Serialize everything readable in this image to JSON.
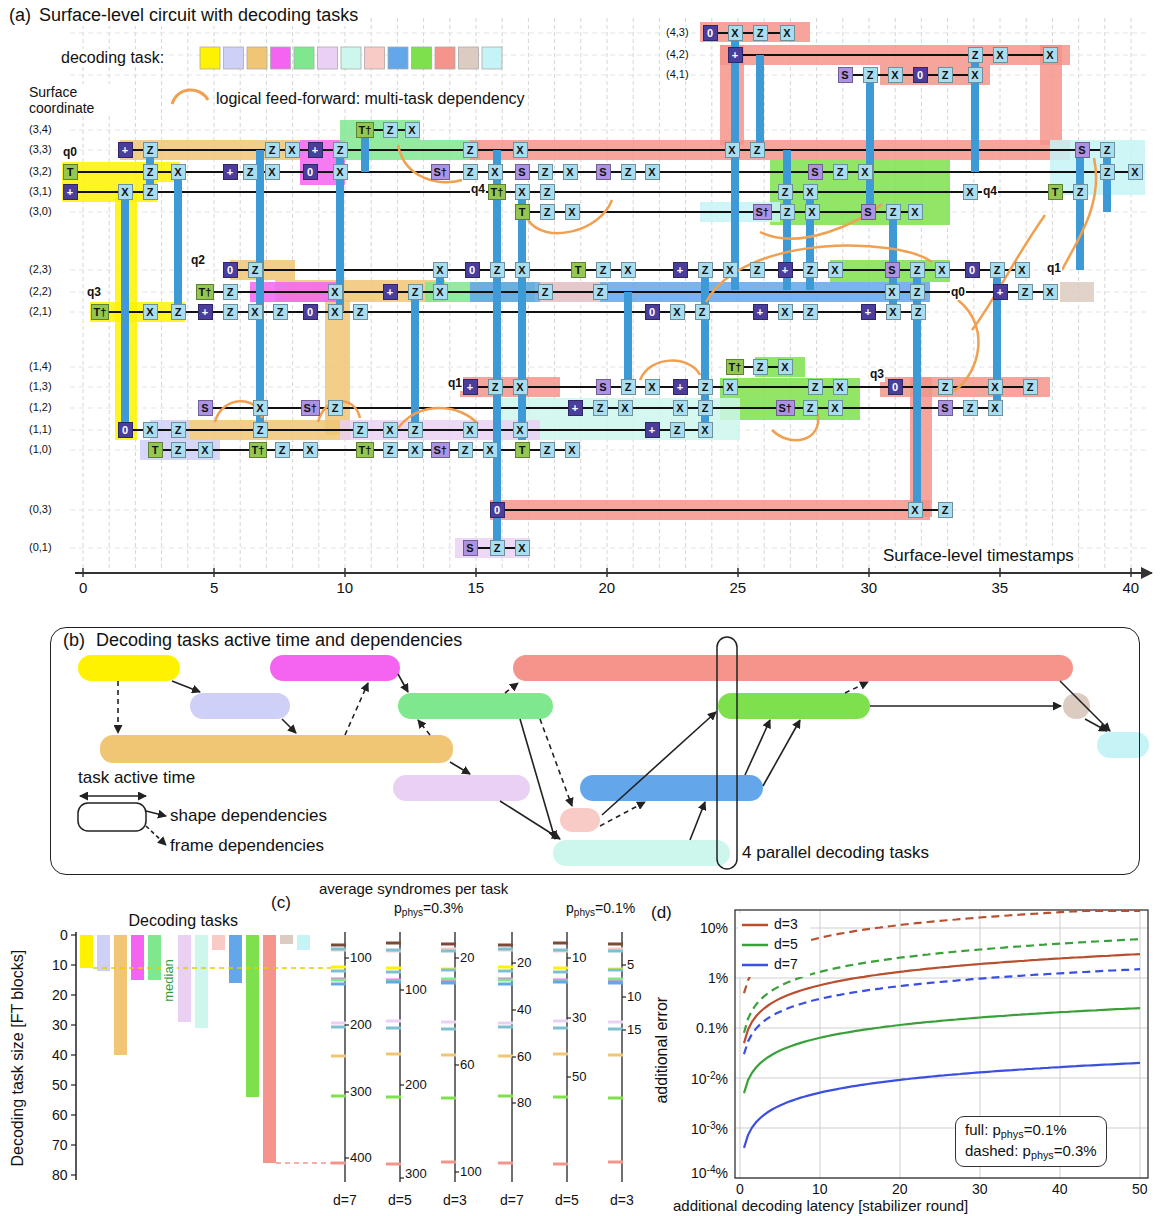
{
  "diagram": {
    "nodes": [
      {
        "text": [
          "(b)",
          "Decoding tasks active time and dependencies"
        ]
      },
      {
        "text": [
          "full: p",
          "phys",
          "=0.1%",
          "dashed: p",
          "phys",
          "=0.3%"
        ]
      }
    ],
    "labels": [
      "(a)",
      "Surface-level circuit with decoding tasks",
      "decoding task:",
      "Surface coordinate",
      "(4,3)",
      "(4,2)",
      "(4,1)",
      "(3,4)",
      "(3,3)",
      "(3,2)",
      "(3,1)",
      "(3,0)",
      "(2,3)",
      "(2,2)",
      "(2,1)",
      "(1,4)",
      "(1,3)",
      "(1,2)",
      "(1,1)",
      "(1,0)",
      "(0,3)",
      "(0,1)",
      "q0",
      "q2",
      "q3",
      "q4",
      "q1",
      "q4",
      "q0",
      "q3",
      "q1",
      "0",
      "5",
      "10",
      "15",
      "20",
      "25",
      "30",
      "35",
      "40",
      "Surface-level timestamps",
      "task active time",
      "4 parallel decoding tasks",
      "(c)",
      "average syndromes per task",
      "p",
      "phys",
      "=0.3%",
      "p",
      "phys",
      "=0.1%",
      "Decoding tasks",
      "Decoding task size [FT blocks]",
      "0",
      "10",
      "20",
      "30",
      "40",
      "50",
      "60",
      "70",
      "80",
      "median",
      "100",
      "200",
      "300",
      "400",
      "100",
      "200",
      "300",
      "20",
      "60",
      "100",
      "20",
      "40",
      "60",
      "80",
      "10",
      "30",
      "50",
      "5",
      "10",
      "15",
      "d=7",
      "d=5",
      "d=3",
      "d=7",
      "d=5",
      "d=3",
      "(d)",
      "additional error",
      "additional decoding latency [stabilizer round]",
      "0",
      "10",
      "20",
      "30",
      "40",
      "50",
      "10%",
      "1%",
      "0.1%",
      "10",
      "-2",
      "%",
      "10",
      "-3",
      "%",
      "10",
      "-4",
      "%",
      "0",
      "X",
      "Z",
      "X",
      "+",
      "Z",
      "X",
      "X",
      "S",
      "Z",
      "X",
      "0",
      "Z",
      "X",
      "T†",
      "Z",
      "X",
      "+",
      "Z",
      "Z",
      "X",
      "+",
      "Z",
      "Z",
      "X",
      "X",
      "Z",
      "S",
      "Z",
      "T",
      "Z",
      "X",
      "+",
      "Z",
      "X",
      "0",
      "X",
      "S†",
      "Z",
      "X",
      "S",
      "Z",
      "X",
      "S",
      "Z",
      "X",
      "S",
      "Z",
      "X",
      "Z",
      "X",
      "+",
      "X",
      "Z",
      "T†",
      "X",
      "Z",
      "Z",
      "X",
      "X",
      "T",
      "Z",
      "T",
      "Z",
      "X",
      "S†",
      "Z",
      "X",
      "S",
      "Z",
      "X",
      "0",
      "Z",
      "X",
      "0",
      "Z",
      "X",
      "T",
      "Z",
      "X",
      "+",
      "Z",
      "X",
      "Z",
      "+",
      "Z",
      "X",
      "S",
      "Z",
      "X",
      "0",
      "Z",
      "X",
      "T†",
      "Z",
      "X",
      "+",
      "Z",
      "X",
      "Z",
      "Z",
      "X",
      "Z",
      "+",
      "Z",
      "X",
      "T†",
      "X",
      "Z",
      "+",
      "Z",
      "X",
      "Z",
      "0",
      "X",
      "Z",
      "0",
      "X",
      "Z",
      "+",
      "X",
      "Z",
      "+",
      "X",
      "Z",
      "T†",
      "Z",
      "X",
      "+",
      "Z",
      "X",
      "S",
      "Z",
      "X",
      "+",
      "Z",
      "X",
      "Z",
      "X",
      "0",
      "Z",
      "X",
      "Z",
      "S",
      "X",
      "S†",
      "Z",
      "+",
      "Z",
      "X",
      "X",
      "Z",
      "S†",
      "Z",
      "X",
      "S",
      "Z",
      "X",
      "0",
      "X",
      "Z",
      "Z",
      "Z",
      "X",
      "Z",
      "X",
      "X",
      "+",
      "Z",
      "X",
      "T",
      "Z",
      "X",
      "T†",
      "Z",
      "X",
      "T†",
      "Z",
      "X",
      "S†",
      "Z",
      "X",
      "T",
      "Z",
      "X",
      "0",
      "X",
      "Z",
      "S",
      "Z",
      "X"
    ],
    "legend": [
      {
        "text": "logical feed-forward: multi-task dependency"
      },
      {
        "text": "shape dependencies"
      },
      {
        "text": "frame dependencies"
      },
      {
        "text": "d=3"
      },
      {
        "text": "d=5"
      },
      {
        "text": "d=7"
      }
    ]
  }
}
